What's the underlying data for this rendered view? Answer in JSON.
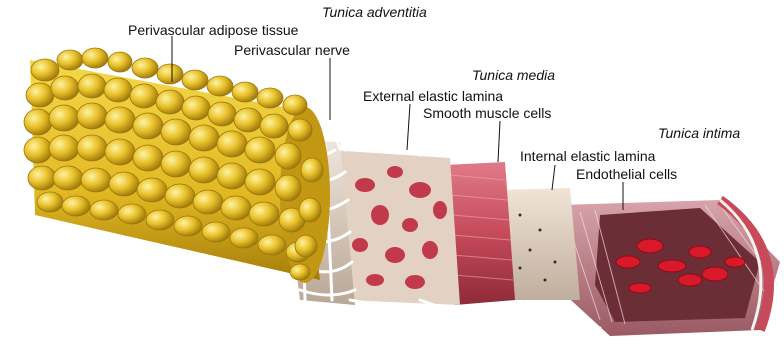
{
  "labels": {
    "tunica_adventitia": "Tunica adventitia",
    "perivascular_adipose_tissue": "Perivascular adipose tissue",
    "perivascular_nerve": "Perivascular nerve",
    "tunica_media": "Tunica media",
    "external_elastic_lamina": "External elastic lamina",
    "smooth_muscle_cells": "Smooth muscle cells",
    "tunica_intima": "Tunica intima",
    "internal_elastic_lamina": "Internal elastic lamina",
    "endothelial_cells": "Endothelial cells"
  },
  "colors": {
    "adipose": "#e8c12a",
    "adipose_shadow": "#b78f0e",
    "adventitia": "#d9cbbd",
    "collagen": "#ffffff",
    "media_muscle": "#c64a5a",
    "elastic_lamina": "#e3d2c4",
    "intima": "#b96f7a",
    "blood_cells": "#d8192a",
    "lumen": "#5a2a30"
  }
}
